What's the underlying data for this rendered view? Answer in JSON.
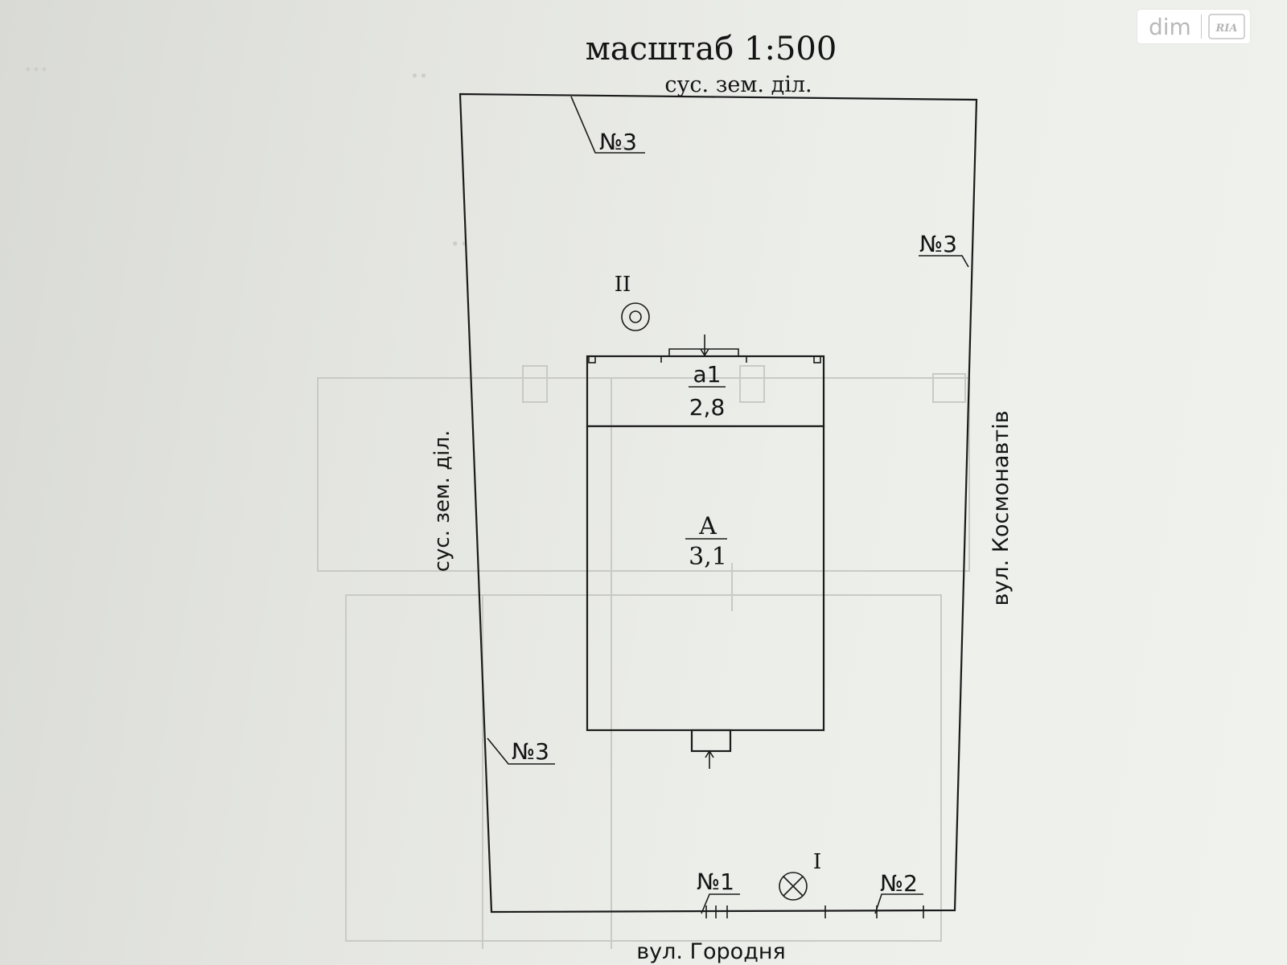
{
  "plan": {
    "scale": "масштаб 1:500",
    "top_neighbor": "сус. зем. діл.",
    "left_neighbor": "сус. зем. діл.",
    "right_street": "вул. Космонавтів",
    "bottom_street": "вул. Городня",
    "marker_top": "№3",
    "marker_right": "№3",
    "marker_left": "№3",
    "marker_bottom_1": "№1",
    "marker_bottom_2": "№2",
    "point_ii": "II",
    "point_i": "I",
    "building_a1_name": "а1",
    "building_a1_value": "2,8",
    "building_a_name": "А",
    "building_a_value": "3,1"
  },
  "watermark": {
    "brand_text": "dim",
    "logo_text": "RIA"
  }
}
